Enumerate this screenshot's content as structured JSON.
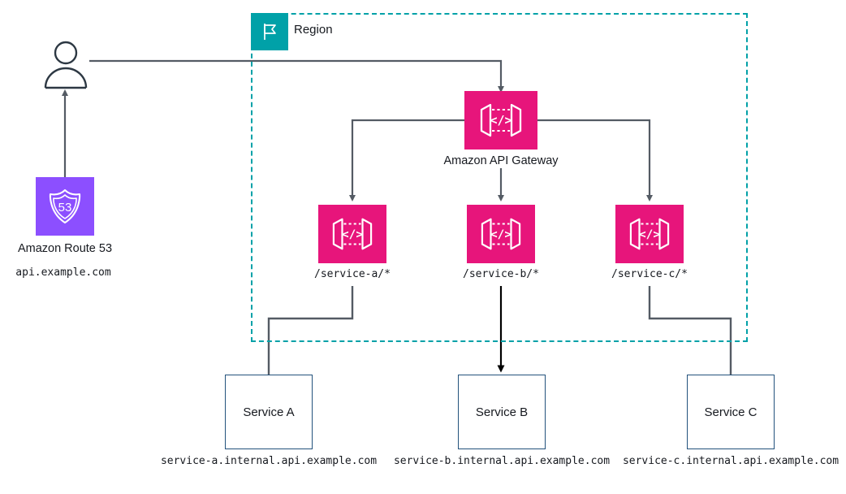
{
  "diagram": {
    "title": "Amazon API Gateway multi-service routing architecture",
    "colors": {
      "region_teal": "#00A1A8",
      "api_gateway_magenta": "#E7157B",
      "route53_purple": "#8C4FFF",
      "connector_gray": "#545B64",
      "connector_black": "#000000",
      "service_box_border": "#23527C",
      "text": "#16191F"
    }
  },
  "region": {
    "label": "Region",
    "icon": "region-flag-icon"
  },
  "actor": {
    "name": "user-actor",
    "icon": "user-icon"
  },
  "dns": {
    "icon": "route53-icon",
    "icon_text": "53",
    "label": "Amazon Route 53",
    "domain": "api.example.com"
  },
  "api_gateway": {
    "icon": "api-gateway-icon",
    "label": "Amazon API Gateway"
  },
  "routes": [
    {
      "id": "a",
      "icon": "api-gateway-icon",
      "path": "/service-a/*"
    },
    {
      "id": "b",
      "icon": "api-gateway-icon",
      "path": "/service-b/*"
    },
    {
      "id": "c",
      "icon": "api-gateway-icon",
      "path": "/service-c/*"
    }
  ],
  "services": [
    {
      "id": "a",
      "label": "Service A",
      "endpoint": "service-a.internal.api.example.com"
    },
    {
      "id": "b",
      "label": "Service B",
      "endpoint": "service-b.internal.api.example.com"
    },
    {
      "id": "c",
      "label": "Service C",
      "endpoint": "service-c.internal.api.example.com"
    }
  ]
}
